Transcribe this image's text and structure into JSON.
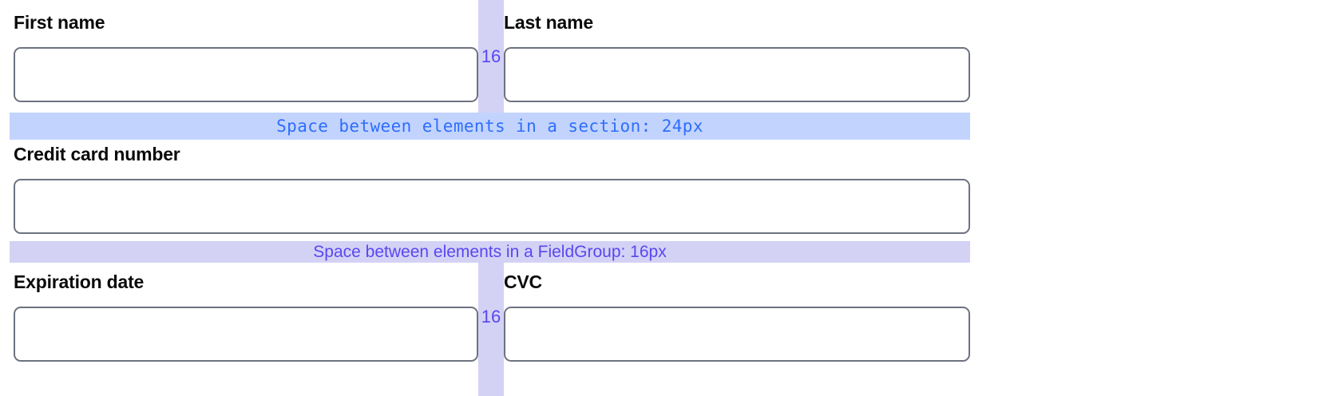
{
  "form": {
    "rows": [
      {
        "id": "name-row",
        "fields": [
          {
            "id": "first-name",
            "label": "First name",
            "value": "",
            "placeholder": ""
          },
          {
            "id": "last-name",
            "label": "Last name",
            "value": "",
            "placeholder": ""
          }
        ],
        "gap_label": "16"
      },
      {
        "id": "card-row",
        "fields": [
          {
            "id": "credit-card-number",
            "label": "Credit card number",
            "value": "",
            "placeholder": ""
          }
        ],
        "gap_label": ""
      },
      {
        "id": "expiry-row",
        "fields": [
          {
            "id": "expiration-date",
            "label": "Expiration date",
            "value": "",
            "placeholder": ""
          },
          {
            "id": "cvc",
            "label": "CVC",
            "value": "",
            "placeholder": ""
          }
        ],
        "gap_label": "16"
      }
    ]
  },
  "annotations": {
    "section_band": {
      "text": "Space between elements in a section: 24px",
      "value": "24px",
      "color": "#2f6dfb",
      "background": "#c2d4fd"
    },
    "fieldgroup_band": {
      "text": "Space between elements in a FieldGroup: 16px",
      "value": "16px",
      "color": "#5b46f0",
      "background": "#d3d2f5"
    },
    "column_gap": {
      "label": "16",
      "color": "#5b46f0",
      "background": "#d3d2f5"
    }
  },
  "colors": {
    "input_border": "#6d7280",
    "label_text": "#0a0a0a",
    "page_background": "#ffffff",
    "section_gap": "#c2d4fd",
    "fieldgroup_gap": "#d3d2f5",
    "blue_accent": "#2f6dfb",
    "purple_accent": "#5b46f0"
  }
}
